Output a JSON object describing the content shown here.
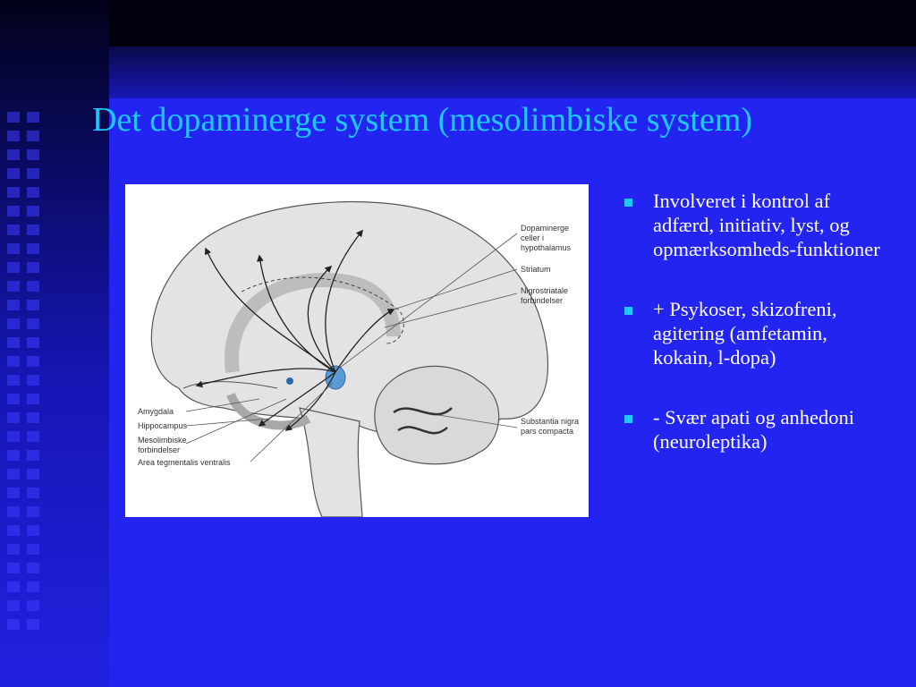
{
  "slide": {
    "title": "Det dopaminerge system (mesolimbiske system)",
    "accent_color": "#1ec8ff",
    "background_color": "#2424f0"
  },
  "figure": {
    "labels_right": {
      "dopaminerge": [
        "Dopaminerge",
        "celler i",
        "hypothalamus"
      ],
      "striatum": "Striatum",
      "nigrostriatale": [
        "Nigrostriatale",
        "forbindelser"
      ],
      "substantia": [
        "Substantia nigra",
        "pars compacta"
      ]
    },
    "labels_left": {
      "amygdala": "Amygdala",
      "hippocampus": "Hippocampus",
      "mesolimbiske": [
        "Mesolimbiske",
        "forbindelser"
      ],
      "area": "Area tegmentalis ventralis"
    }
  },
  "bullets": [
    "Involveret i kontrol af adfærd, initiativ, lyst, og opmærksomheds-funktioner",
    "+ Psykoser, skizofreni, agitering (amfetamin, kokain, l-dopa)",
    "- Svær apati og anhedoni (neuroleptika)"
  ]
}
